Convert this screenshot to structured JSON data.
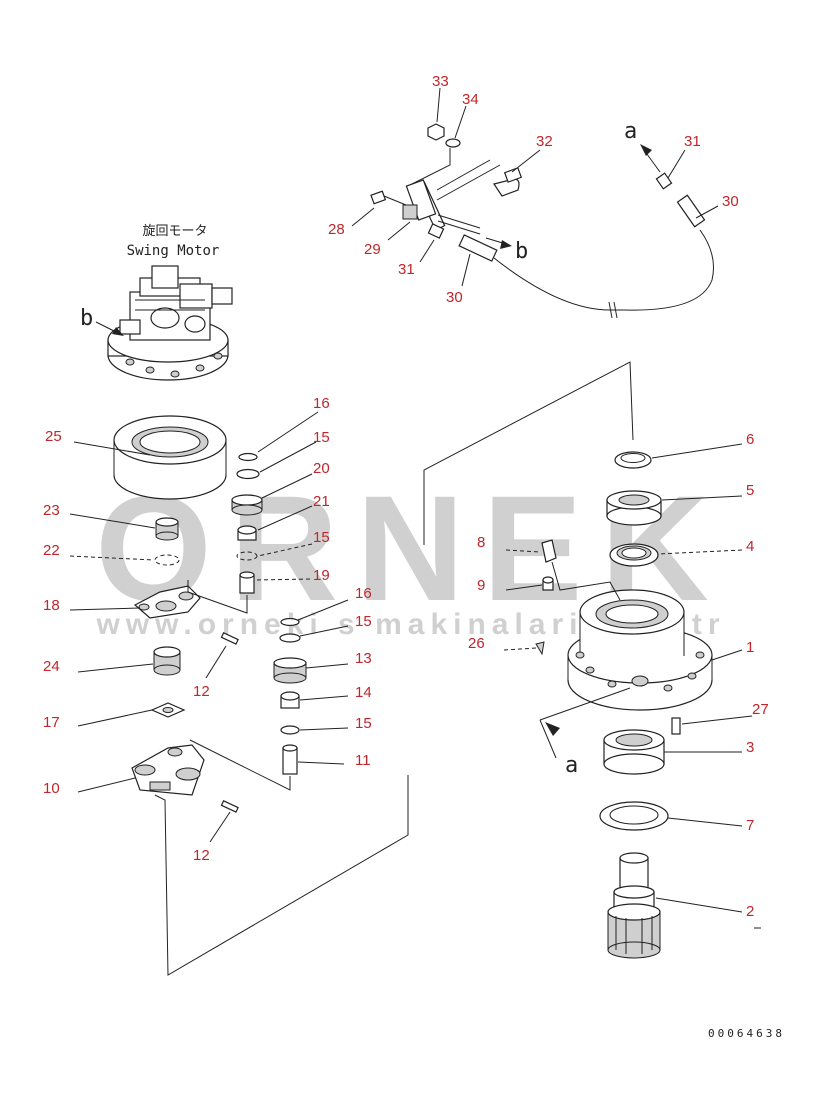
{
  "diagram": {
    "motor_label_jp": "旋回モータ",
    "motor_label_en": "Swing Motor",
    "drawing_number": "00064638",
    "watermark": {
      "brand": "ÖRNEK",
      "url": "www.orneki s makinalari.com.tr"
    },
    "arrow_labels": {
      "a": "a",
      "b": "b"
    },
    "callouts": {
      "n1": "1",
      "n2": "2",
      "n3": "3",
      "n4": "4",
      "n5": "5",
      "n6": "6",
      "n7": "7",
      "n8": "8",
      "n9": "9",
      "n10": "10",
      "n11": "11",
      "n12a": "12",
      "n12b": "12",
      "n13": "13",
      "n14": "14",
      "n15a": "15",
      "n15b": "15",
      "n15c": "15",
      "n15d": "15",
      "n16a": "16",
      "n16b": "16",
      "n17": "17",
      "n18": "18",
      "n19": "19",
      "n20": "20",
      "n21": "21",
      "n22": "22",
      "n23": "23",
      "n24": "24",
      "n25": "25",
      "n26": "26",
      "n27": "27",
      "n28": "28",
      "n29": "29",
      "n30a": "30",
      "n30b": "30",
      "n31a": "31",
      "n31b": "31",
      "n32": "32",
      "n33": "33",
      "n34": "34"
    }
  }
}
